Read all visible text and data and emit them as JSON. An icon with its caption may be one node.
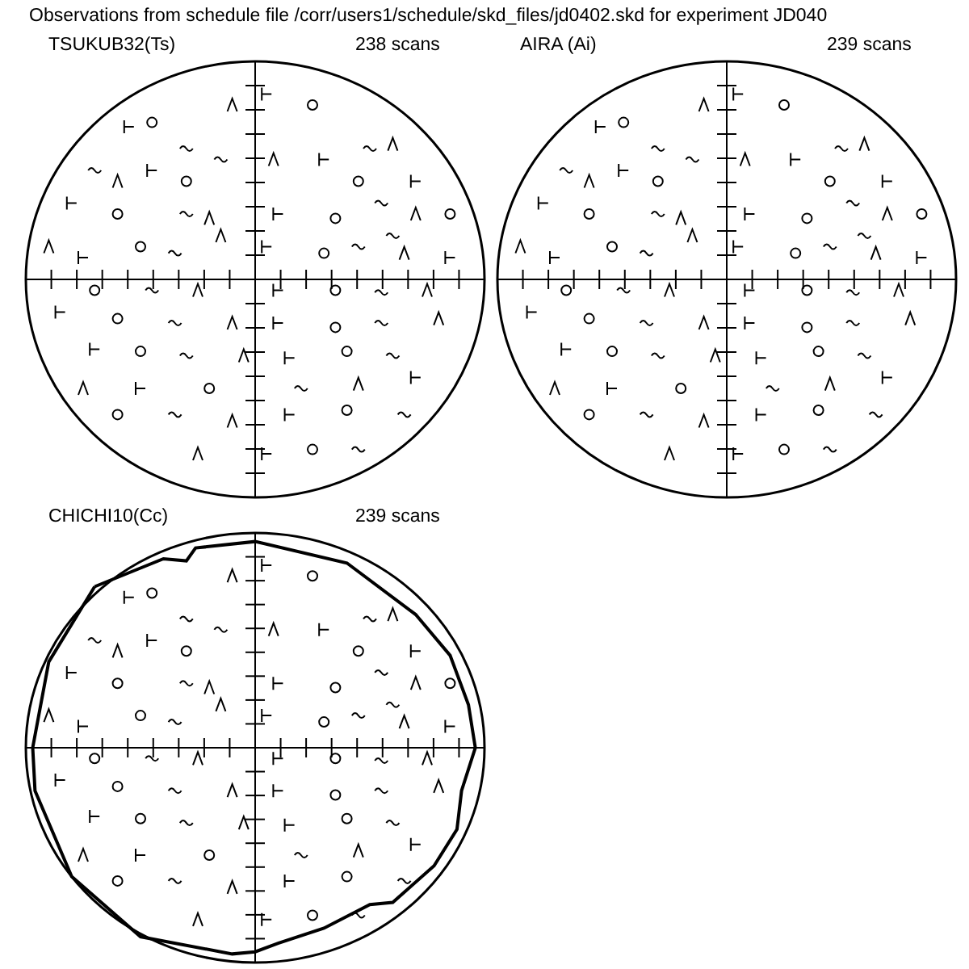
{
  "diagram": {
    "title": "Observations from schedule file /corr/users1/schedule/skd_files/jd0402.skd for experiment JD040",
    "nodes": [
      {
        "text": [
          "TSUKUB32(Ts)",
          "238 scans"
        ]
      },
      {
        "text": [
          "AIRA (Ai)",
          "239 scans"
        ]
      },
      {
        "text": [
          "CHICHI10(Cc)",
          "239 scans"
        ]
      }
    ],
    "edges": []
  }
}
